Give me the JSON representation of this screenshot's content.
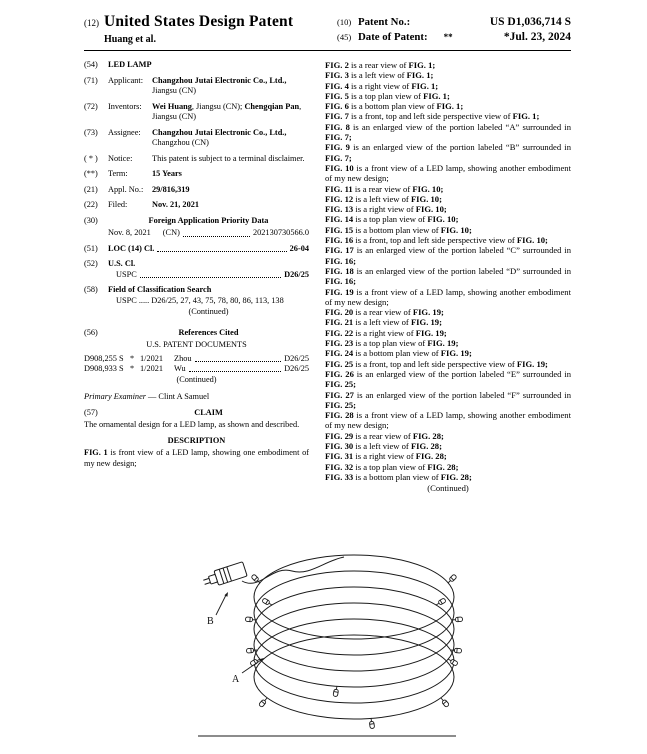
{
  "header": {
    "num12": "(12)",
    "title": "United States Design Patent",
    "authors": "Huang et al.",
    "num10": "(10)",
    "patent_no_label": "Patent No.:",
    "patent_no": "US D1,036,714 S",
    "num45": "(45)",
    "date_label": "Date of Patent:",
    "date_stars": "**",
    "date": "*Jul. 23, 2024"
  },
  "left": {
    "title_sec": {
      "tag": "(54)",
      "text": "LED LAMP"
    },
    "applicant": {
      "tag": "(71)",
      "label": "Applicant:",
      "name": "Changzhou Jutai Electronic Co., Ltd.,",
      "location": "Jiangsu (CN)"
    },
    "inventors": {
      "tag": "(72)",
      "label": "Inventors:",
      "name1": "Wei Huang",
      "loc1": ", Jiangsu (CN); ",
      "name2": "Chengqian Pan",
      "loc2": ", Jiangsu (CN)"
    },
    "assignee": {
      "tag": "(73)",
      "label": "Assignee:",
      "name": "Changzhou Jutai Electronic Co., Ltd.,",
      "location": "Changzhou (CN)"
    },
    "notice": {
      "tag": "( * )",
      "label": "Notice:",
      "text": "This patent is subject to a terminal disclaimer."
    },
    "term": {
      "tag": "(**)",
      "label": "Term:",
      "value": "15 Years"
    },
    "appl_no": {
      "tag": "(21)",
      "label": "Appl. No.:",
      "value": "29/816,319"
    },
    "filed": {
      "tag": "(22)",
      "label": "Filed:",
      "value": "Nov. 21, 2021"
    },
    "priority": {
      "tag": "(30)",
      "heading": "Foreign Application Priority Data",
      "date": "Nov. 8, 2021",
      "country": "(CN)",
      "number": "202130730566.0"
    },
    "loc_cl": {
      "tag": "(51)",
      "label": "LOC (14) Cl.",
      "value": "26-04"
    },
    "us_cl": {
      "tag": "(52)",
      "label": "U.S. Cl.",
      "sub_label": "USPC",
      "value": "D26/25"
    },
    "field_search": {
      "tag": "(58)",
      "label": "Field of Classification Search",
      "line": "USPC ..... D26/25, 27, 43, 75, 78, 80, 86, 113, 138",
      "continued": "(Continued)"
    },
    "references": {
      "tag": "(56)",
      "heading": "References Cited",
      "subheading": "U.S. PATENT DOCUMENTS",
      "rows": [
        {
          "num": "D908,255 S",
          "star": "*",
          "date": "1/2021",
          "name": "Zhou",
          "cls": "D26/25"
        },
        {
          "num": "D908,933 S",
          "star": "*",
          "date": "1/2021",
          "name": "Wu",
          "cls": "D26/25"
        }
      ],
      "continued": "(Continued)"
    },
    "examiner": {
      "label": "Primary Examiner",
      "name": " — Clint A Samuel"
    },
    "claim": {
      "tag": "(57)",
      "heading": "CLAIM",
      "text": "The ornamental design for a LED lamp, as shown and described."
    },
    "description": {
      "heading": "DESCRIPTION",
      "fig": "FIG. 1",
      "text": " is front view of a LED lamp, showing one embodiment of my new design;"
    }
  },
  "figs": [
    {
      "fig": "FIG. 2",
      "rest": " is a rear view of ",
      "ref": "FIG. 1;"
    },
    {
      "fig": "FIG. 3",
      "rest": " is a left view of ",
      "ref": "FIG. 1;"
    },
    {
      "fig": "FIG. 4",
      "rest": " is a right view of ",
      "ref": "FIG. 1;"
    },
    {
      "fig": "FIG. 5",
      "rest": " is a top plan view of ",
      "ref": "FIG. 1;"
    },
    {
      "fig": "FIG. 6",
      "rest": " is a bottom plan view of ",
      "ref": "FIG. 1;"
    },
    {
      "fig": "FIG. 7",
      "rest": " is a front, top and left side perspective view of ",
      "ref": "FIG. 1;"
    },
    {
      "fig": "FIG. 8",
      "rest": " is an enlarged view of the portion labeled “A” surrounded in ",
      "ref": "FIG. 7;"
    },
    {
      "fig": "FIG. 9",
      "rest": " is an enlarged view of the portion labeled “B” surrounded in ",
      "ref": "FIG. 7;"
    },
    {
      "fig": "FIG. 10",
      "rest": " is a front view of a LED lamp, showing another embodiment of my new design;",
      "ref": ""
    },
    {
      "fig": "FIG. 11",
      "rest": " is a rear view of ",
      "ref": "FIG. 10;"
    },
    {
      "fig": "FIG. 12",
      "rest": " is a left view of ",
      "ref": "FIG. 10;"
    },
    {
      "fig": "FIG. 13",
      "rest": " is a right view of ",
      "ref": "FIG. 10;"
    },
    {
      "fig": "FIG. 14",
      "rest": " is a top plan view of ",
      "ref": "FIG. 10;"
    },
    {
      "fig": "FIG. 15",
      "rest": " is a bottom plan view of ",
      "ref": "FIG. 10;"
    },
    {
      "fig": "FIG. 16",
      "rest": " is a front, top and left side perspective view of ",
      "ref": "FIG. 10;"
    },
    {
      "fig": "FIG. 17",
      "rest": " is an enlarged view of the portion labeled “C” surrounded in ",
      "ref": "FIG. 16;"
    },
    {
      "fig": "FIG. 18",
      "rest": " is an enlarged view of the portion labeled “D” surrounded in ",
      "ref": "FIG. 16;"
    },
    {
      "fig": "FIG. 19",
      "rest": " is a front view of a LED lamp, showing another embodiment of my new design;",
      "ref": ""
    },
    {
      "fig": "FIG. 20",
      "rest": " is a rear view of ",
      "ref": "FIG. 19;"
    },
    {
      "fig": "FIG. 21",
      "rest": " is a left view of ",
      "ref": "FIG. 19;"
    },
    {
      "fig": "FIG. 22",
      "rest": " is a right view of ",
      "ref": "FIG. 19;"
    },
    {
      "fig": "FIG. 23",
      "rest": " is a top plan view of ",
      "ref": "FIG. 19;"
    },
    {
      "fig": "FIG. 24",
      "rest": " is a bottom plan view of ",
      "ref": "FIG. 19;"
    },
    {
      "fig": "FIG. 25",
      "rest": " is a front, top and left side perspective view of ",
      "ref": "FIG. 19;"
    },
    {
      "fig": "FIG. 26",
      "rest": " is an enlarged view of the portion labeled “E” surrounded in ",
      "ref": "FIG. 25;"
    },
    {
      "fig": "FIG. 27",
      "rest": " is an enlarged view of the portion labeled “F” surrounded in ",
      "ref": "FIG. 25;"
    },
    {
      "fig": "FIG. 28",
      "rest": " is a front view of a LED lamp, showing another embodiment of my new design;",
      "ref": ""
    },
    {
      "fig": "FIG. 29",
      "rest": " is a rear view of ",
      "ref": "FIG. 28;"
    },
    {
      "fig": "FIG. 30",
      "rest": " is a left view of ",
      "ref": "FIG. 28;"
    },
    {
      "fig": "FIG. 31",
      "rest": " is a right view of ",
      "ref": "FIG. 28;"
    },
    {
      "fig": "FIG. 32",
      "rest": " is a top plan view of ",
      "ref": "FIG. 28;"
    },
    {
      "fig": "FIG. 33",
      "rest": " is a bottom plan view of ",
      "ref": "FIG. 28;"
    }
  ],
  "right_continued": "(Continued)",
  "figure": {
    "label_a": "A",
    "label_b": "B"
  }
}
